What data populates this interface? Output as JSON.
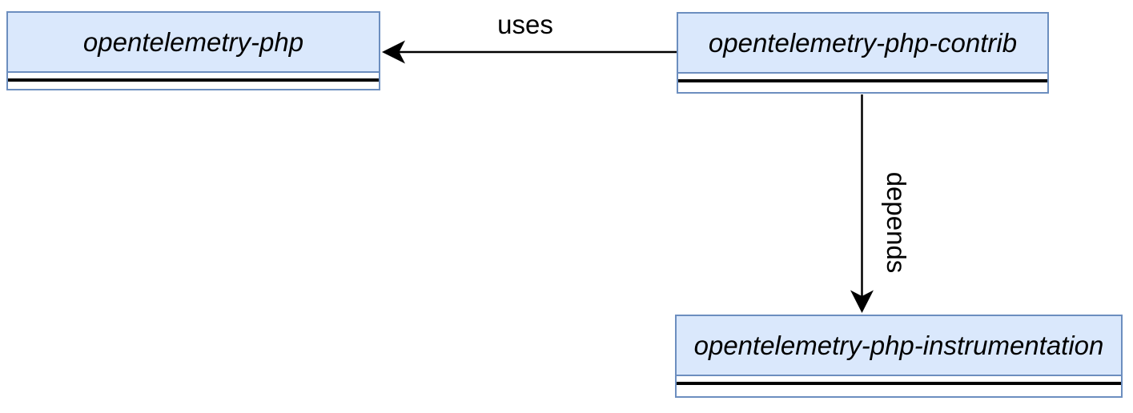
{
  "nodes": [
    {
      "id": "opentelemetry-php",
      "label": "opentelemetry-php",
      "collapse_icon": "minus"
    },
    {
      "id": "opentelemetry-php-contrib",
      "label": "opentelemetry-php-contrib",
      "collapse_icon": "minus"
    },
    {
      "id": "opentelemetry-php-instrumentation",
      "label": "opentelemetry-php-instrumentation",
      "collapse_icon": "minus"
    }
  ],
  "edges": [
    {
      "from": "opentelemetry-php-contrib",
      "to": "opentelemetry-php",
      "label": "uses",
      "arrowhead": "classic"
    },
    {
      "from": "opentelemetry-php-contrib",
      "to": "opentelemetry-php-instrumentation",
      "label": "depends",
      "arrowhead": "classic"
    }
  ],
  "colors": {
    "node_fill": "#dae8fc",
    "node_border": "#6c8ebf",
    "edge": "#000000",
    "background": "#ffffff",
    "collapse_button_border": "#9a9a9a"
  }
}
